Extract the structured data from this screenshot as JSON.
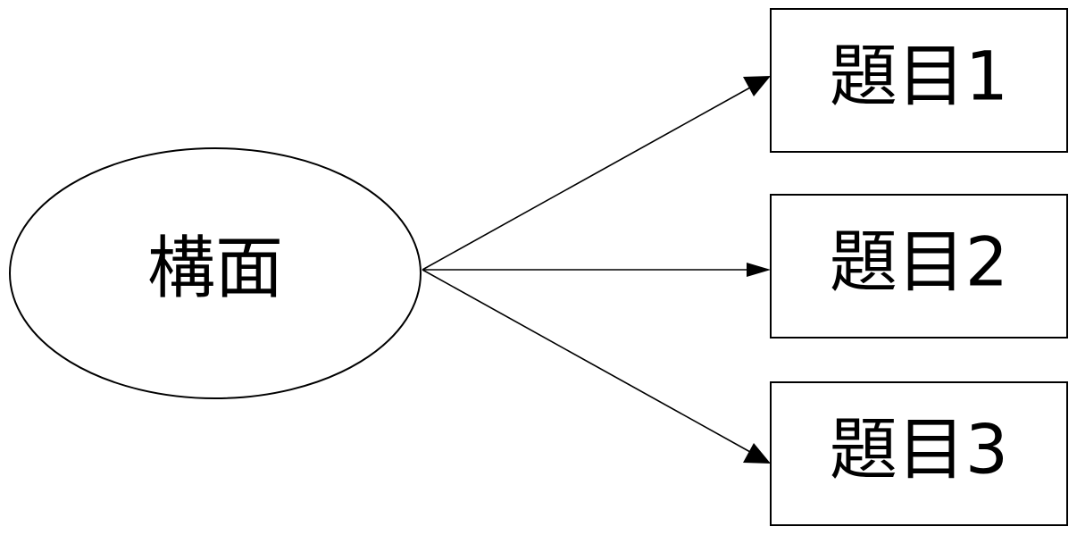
{
  "construct": {
    "label": "構面"
  },
  "items": [
    {
      "label": "題目1"
    },
    {
      "label": "題目2"
    },
    {
      "label": "題目3"
    }
  ],
  "colors": {
    "stroke": "#000000",
    "background": "#ffffff"
  }
}
